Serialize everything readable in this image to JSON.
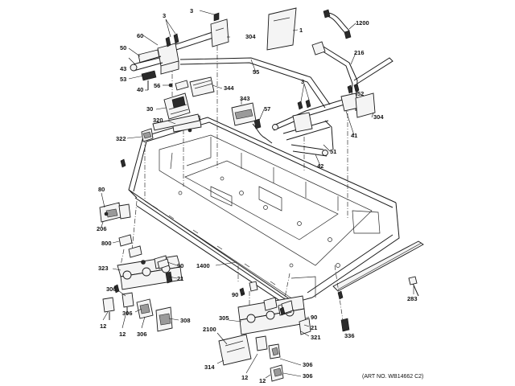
{
  "diagram": {
    "art_number": "(ART NO. WB14662 C2)",
    "callouts": [
      {
        "id": "c-3a",
        "text": "3"
      },
      {
        "id": "c-3b",
        "text": "3"
      },
      {
        "id": "c-1",
        "text": "1"
      },
      {
        "id": "c-1200",
        "text": "1200"
      },
      {
        "id": "c-60",
        "text": "60"
      },
      {
        "id": "c-304a",
        "text": "304"
      },
      {
        "id": "c-50",
        "text": "50"
      },
      {
        "id": "c-43",
        "text": "43"
      },
      {
        "id": "c-216",
        "text": "216"
      },
      {
        "id": "c-53",
        "text": "53"
      },
      {
        "id": "c-55",
        "text": "55"
      },
      {
        "id": "c-40",
        "text": "40"
      },
      {
        "id": "c-56",
        "text": "56"
      },
      {
        "id": "c-344",
        "text": "344"
      },
      {
        "id": "c-3c",
        "text": "3"
      },
      {
        "id": "c-52",
        "text": "52"
      },
      {
        "id": "c-343",
        "text": "343"
      },
      {
        "id": "c-57",
        "text": "57"
      },
      {
        "id": "c-30",
        "text": "30"
      },
      {
        "id": "c-304b",
        "text": "304"
      },
      {
        "id": "c-320",
        "text": "320"
      },
      {
        "id": "c-41",
        "text": "41"
      },
      {
        "id": "c-322",
        "text": "322"
      },
      {
        "id": "c-51",
        "text": "51"
      },
      {
        "id": "c-42",
        "text": "42"
      },
      {
        "id": "c-80",
        "text": "80"
      },
      {
        "id": "c-206",
        "text": "206"
      },
      {
        "id": "c-800",
        "text": "800"
      },
      {
        "id": "c-323",
        "text": "323"
      },
      {
        "id": "c-90a",
        "text": "90"
      },
      {
        "id": "c-1400",
        "text": "1400"
      },
      {
        "id": "c-21a",
        "text": "21"
      },
      {
        "id": "c-306a",
        "text": "306"
      },
      {
        "id": "c-90b",
        "text": "90"
      },
      {
        "id": "c-283",
        "text": "283"
      },
      {
        "id": "c-90c",
        "text": "90"
      },
      {
        "id": "c-306b",
        "text": "306"
      },
      {
        "id": "c-308",
        "text": "308"
      },
      {
        "id": "c-12a",
        "text": "12"
      },
      {
        "id": "c-12b",
        "text": "12"
      },
      {
        "id": "c-306c",
        "text": "306"
      },
      {
        "id": "c-305",
        "text": "305"
      },
      {
        "id": "c-21b",
        "text": "21"
      },
      {
        "id": "c-2100",
        "text": "2100"
      },
      {
        "id": "c-336",
        "text": "336"
      },
      {
        "id": "c-321",
        "text": "321"
      },
      {
        "id": "c-314",
        "text": "314"
      },
      {
        "id": "c-306d",
        "text": "306"
      },
      {
        "id": "c-12c",
        "text": "12"
      },
      {
        "id": "c-12d",
        "text": "12"
      },
      {
        "id": "c-306e",
        "text": "306"
      }
    ]
  }
}
